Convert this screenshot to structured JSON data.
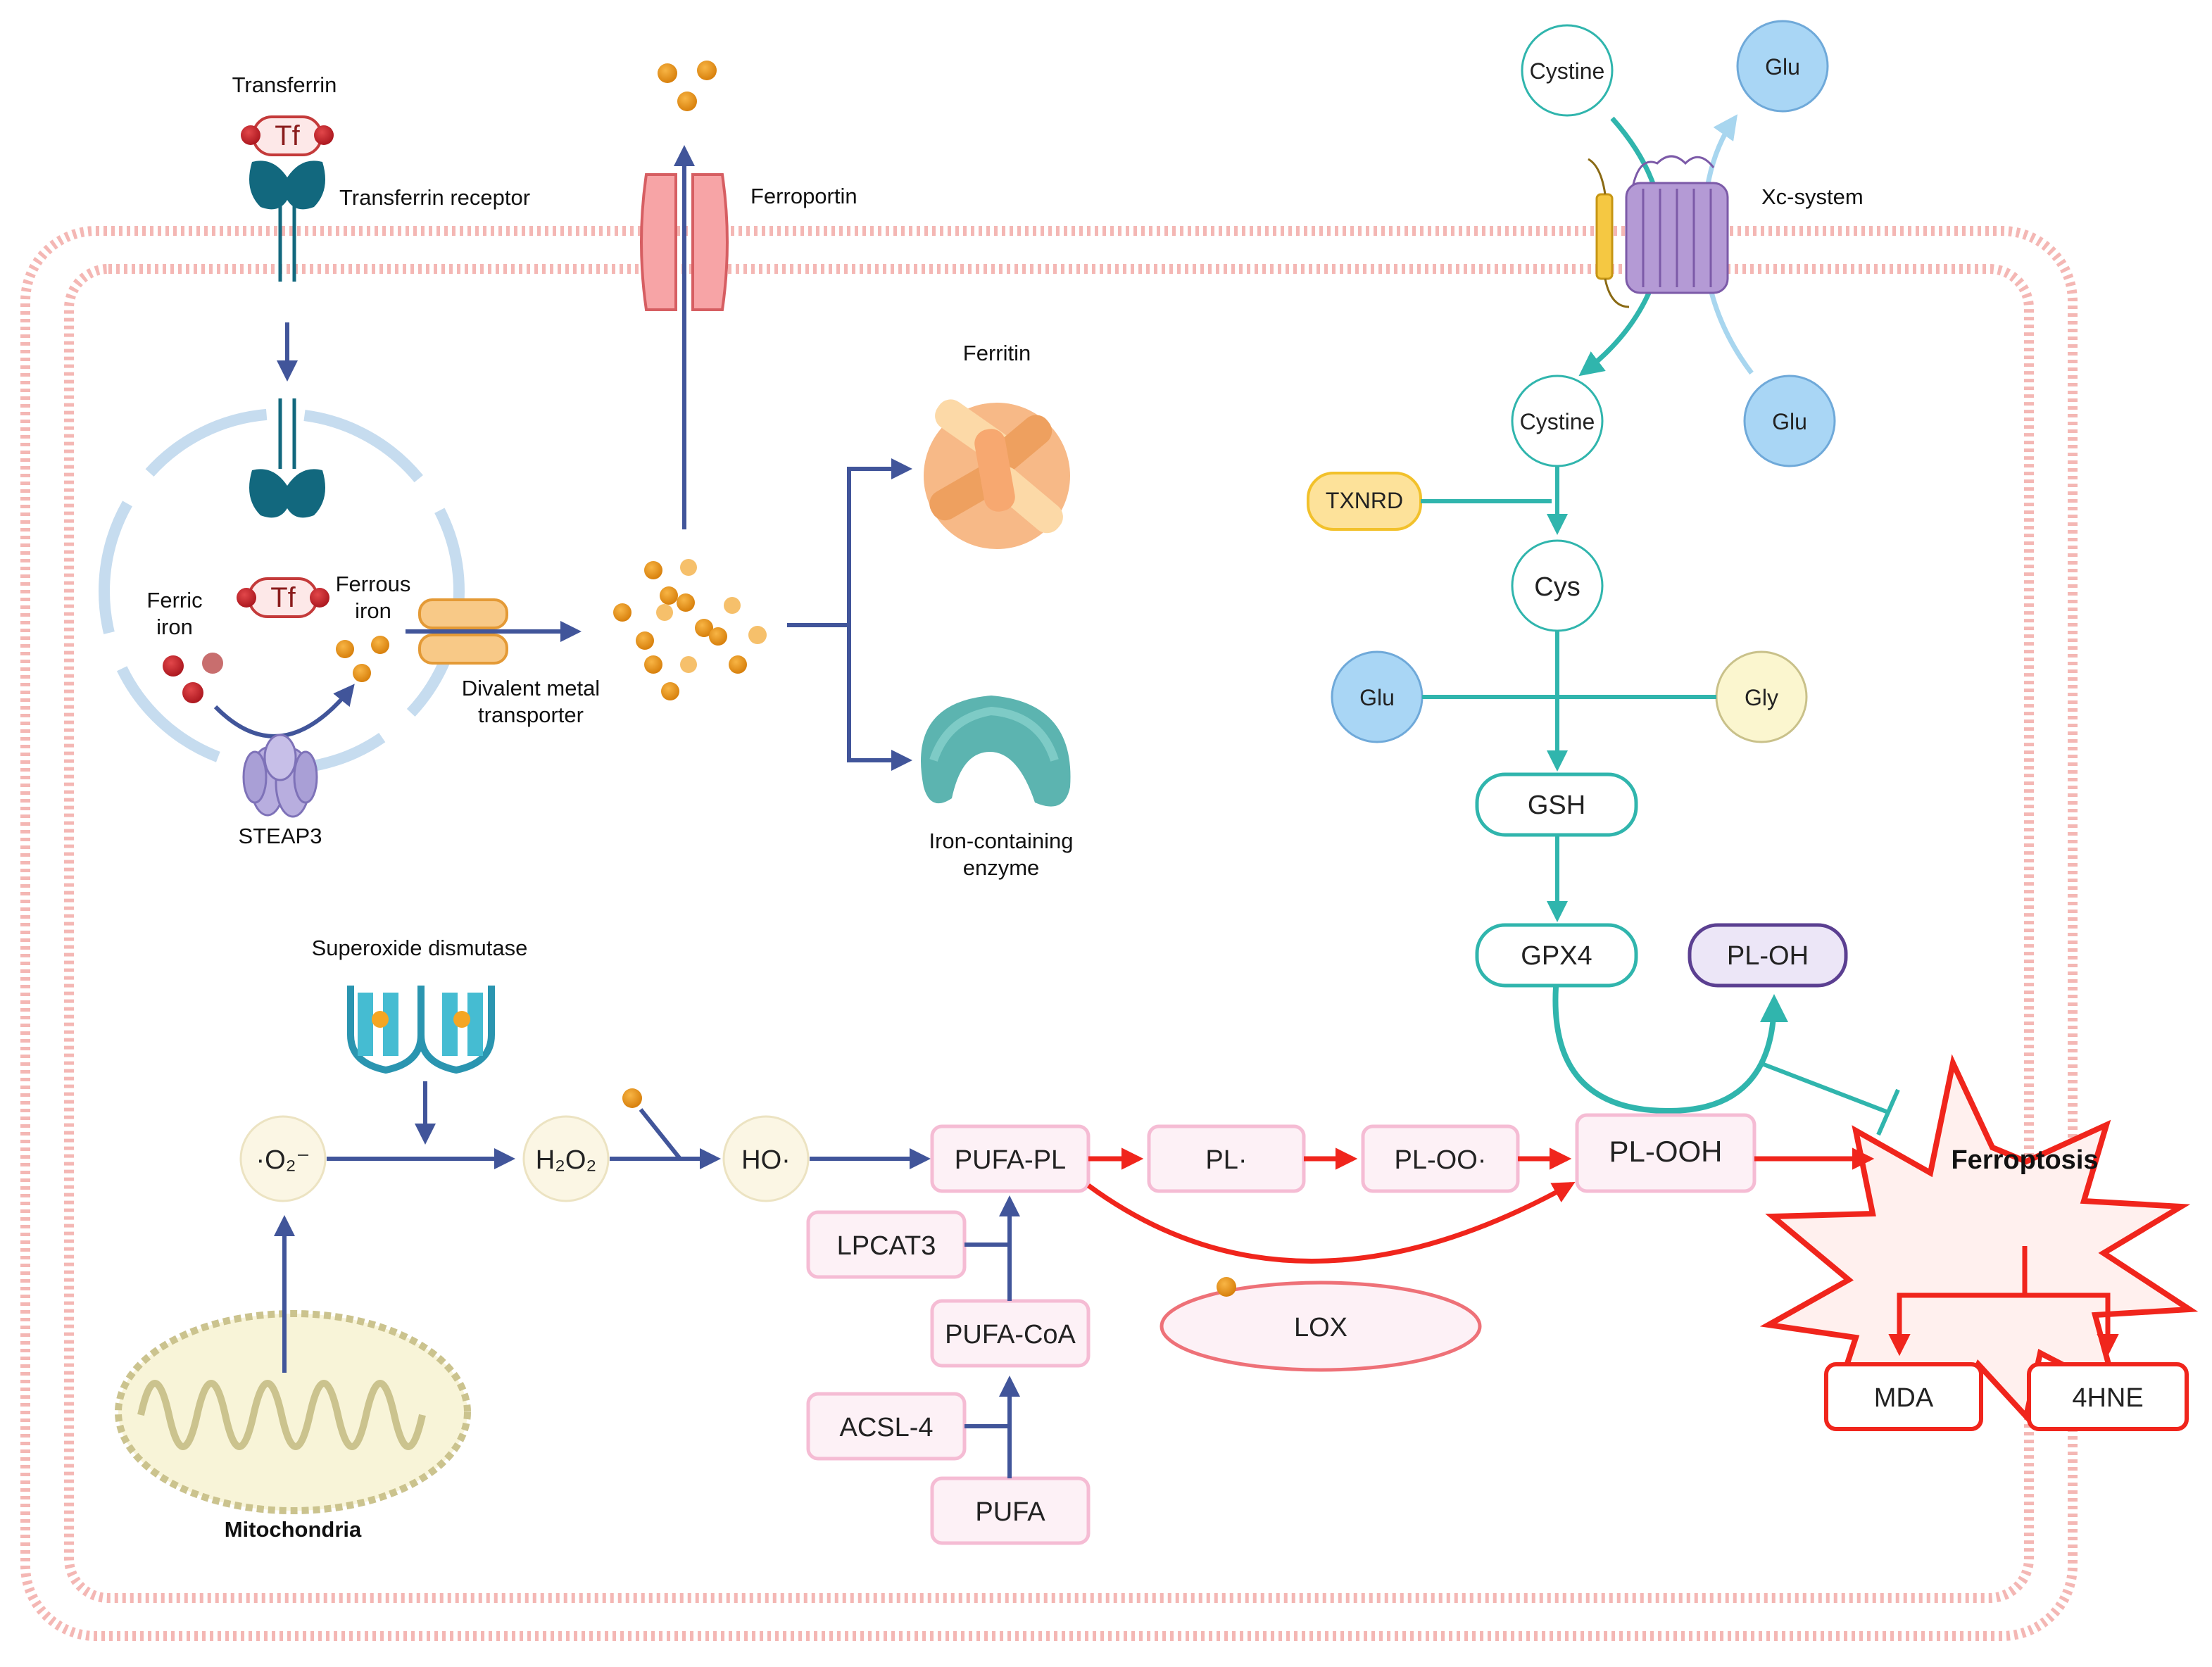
{
  "colors": {
    "iron_pathway": "#41559a",
    "gsh_pathway": "#30b5ad",
    "ferroptosis": "#f0251c",
    "membrane": "#f4b7b4",
    "lipid_box_border": "#f5bcd4",
    "lipid_box_fill": "#fdf1f6",
    "amino_acid_fill": "#a9d6f5",
    "iron_ion": "#e38f13"
  },
  "icons": [
    "transferrin-icon",
    "transferrin-receptor-icon",
    "ferroportin-icon",
    "ferritin-icon",
    "enzyme-icon",
    "dmt1-icon",
    "steap3-icon",
    "xc-system-icon",
    "superoxide-dismutase-icon",
    "mitochondria-icon",
    "iron-ion-icon"
  ],
  "labels": {
    "transferrin": "Transferrin",
    "tf": "Tf",
    "transferrin_receptor": "Transferrin receptor",
    "ferroportin": "Ferroportin",
    "ferritin": "Ferritin",
    "ferric_iron_1": "Ferric",
    "ferric_iron_2": "iron",
    "ferrous_iron_1": "Ferrous",
    "ferrous_iron_2": "iron",
    "divalent_1": "Divalent metal",
    "divalent_2": "transporter",
    "steap3": "STEAP3",
    "iron_enzyme_1": "Iron-containing",
    "iron_enzyme_2": "enzyme",
    "xc_system": "Xc-system",
    "superoxide_dismutase": "Superoxide dismutase",
    "mitochondria": "Mitochondria"
  },
  "nodes": {
    "cystine_out": "Cystine",
    "glu_out": "Glu",
    "cystine_in": "Cystine",
    "glu_in": "Glu",
    "txnrd": "TXNRD",
    "cys": "Cys",
    "glu": "Glu",
    "gly": "Gly",
    "gsh": "GSH",
    "gpx4": "GPX4",
    "pl_oh": "PL-OH",
    "ferroptosis": "Ferroptosis",
    "superoxide": "·O₂⁻",
    "h2o2": "H₂O₂",
    "ho": "HO·",
    "pufa_pl": "PUFA-PL",
    "pl": "PL·",
    "pl_oo": "PL-OO·",
    "pl_ooh": "PL-OOH",
    "lpcat3": "LPCAT3",
    "pufa_coa": "PUFA-CoA",
    "acsl4": "ACSL-4",
    "pufa": "PUFA",
    "lox": "LOX",
    "mda": "MDA",
    "hne": "4HNE"
  }
}
